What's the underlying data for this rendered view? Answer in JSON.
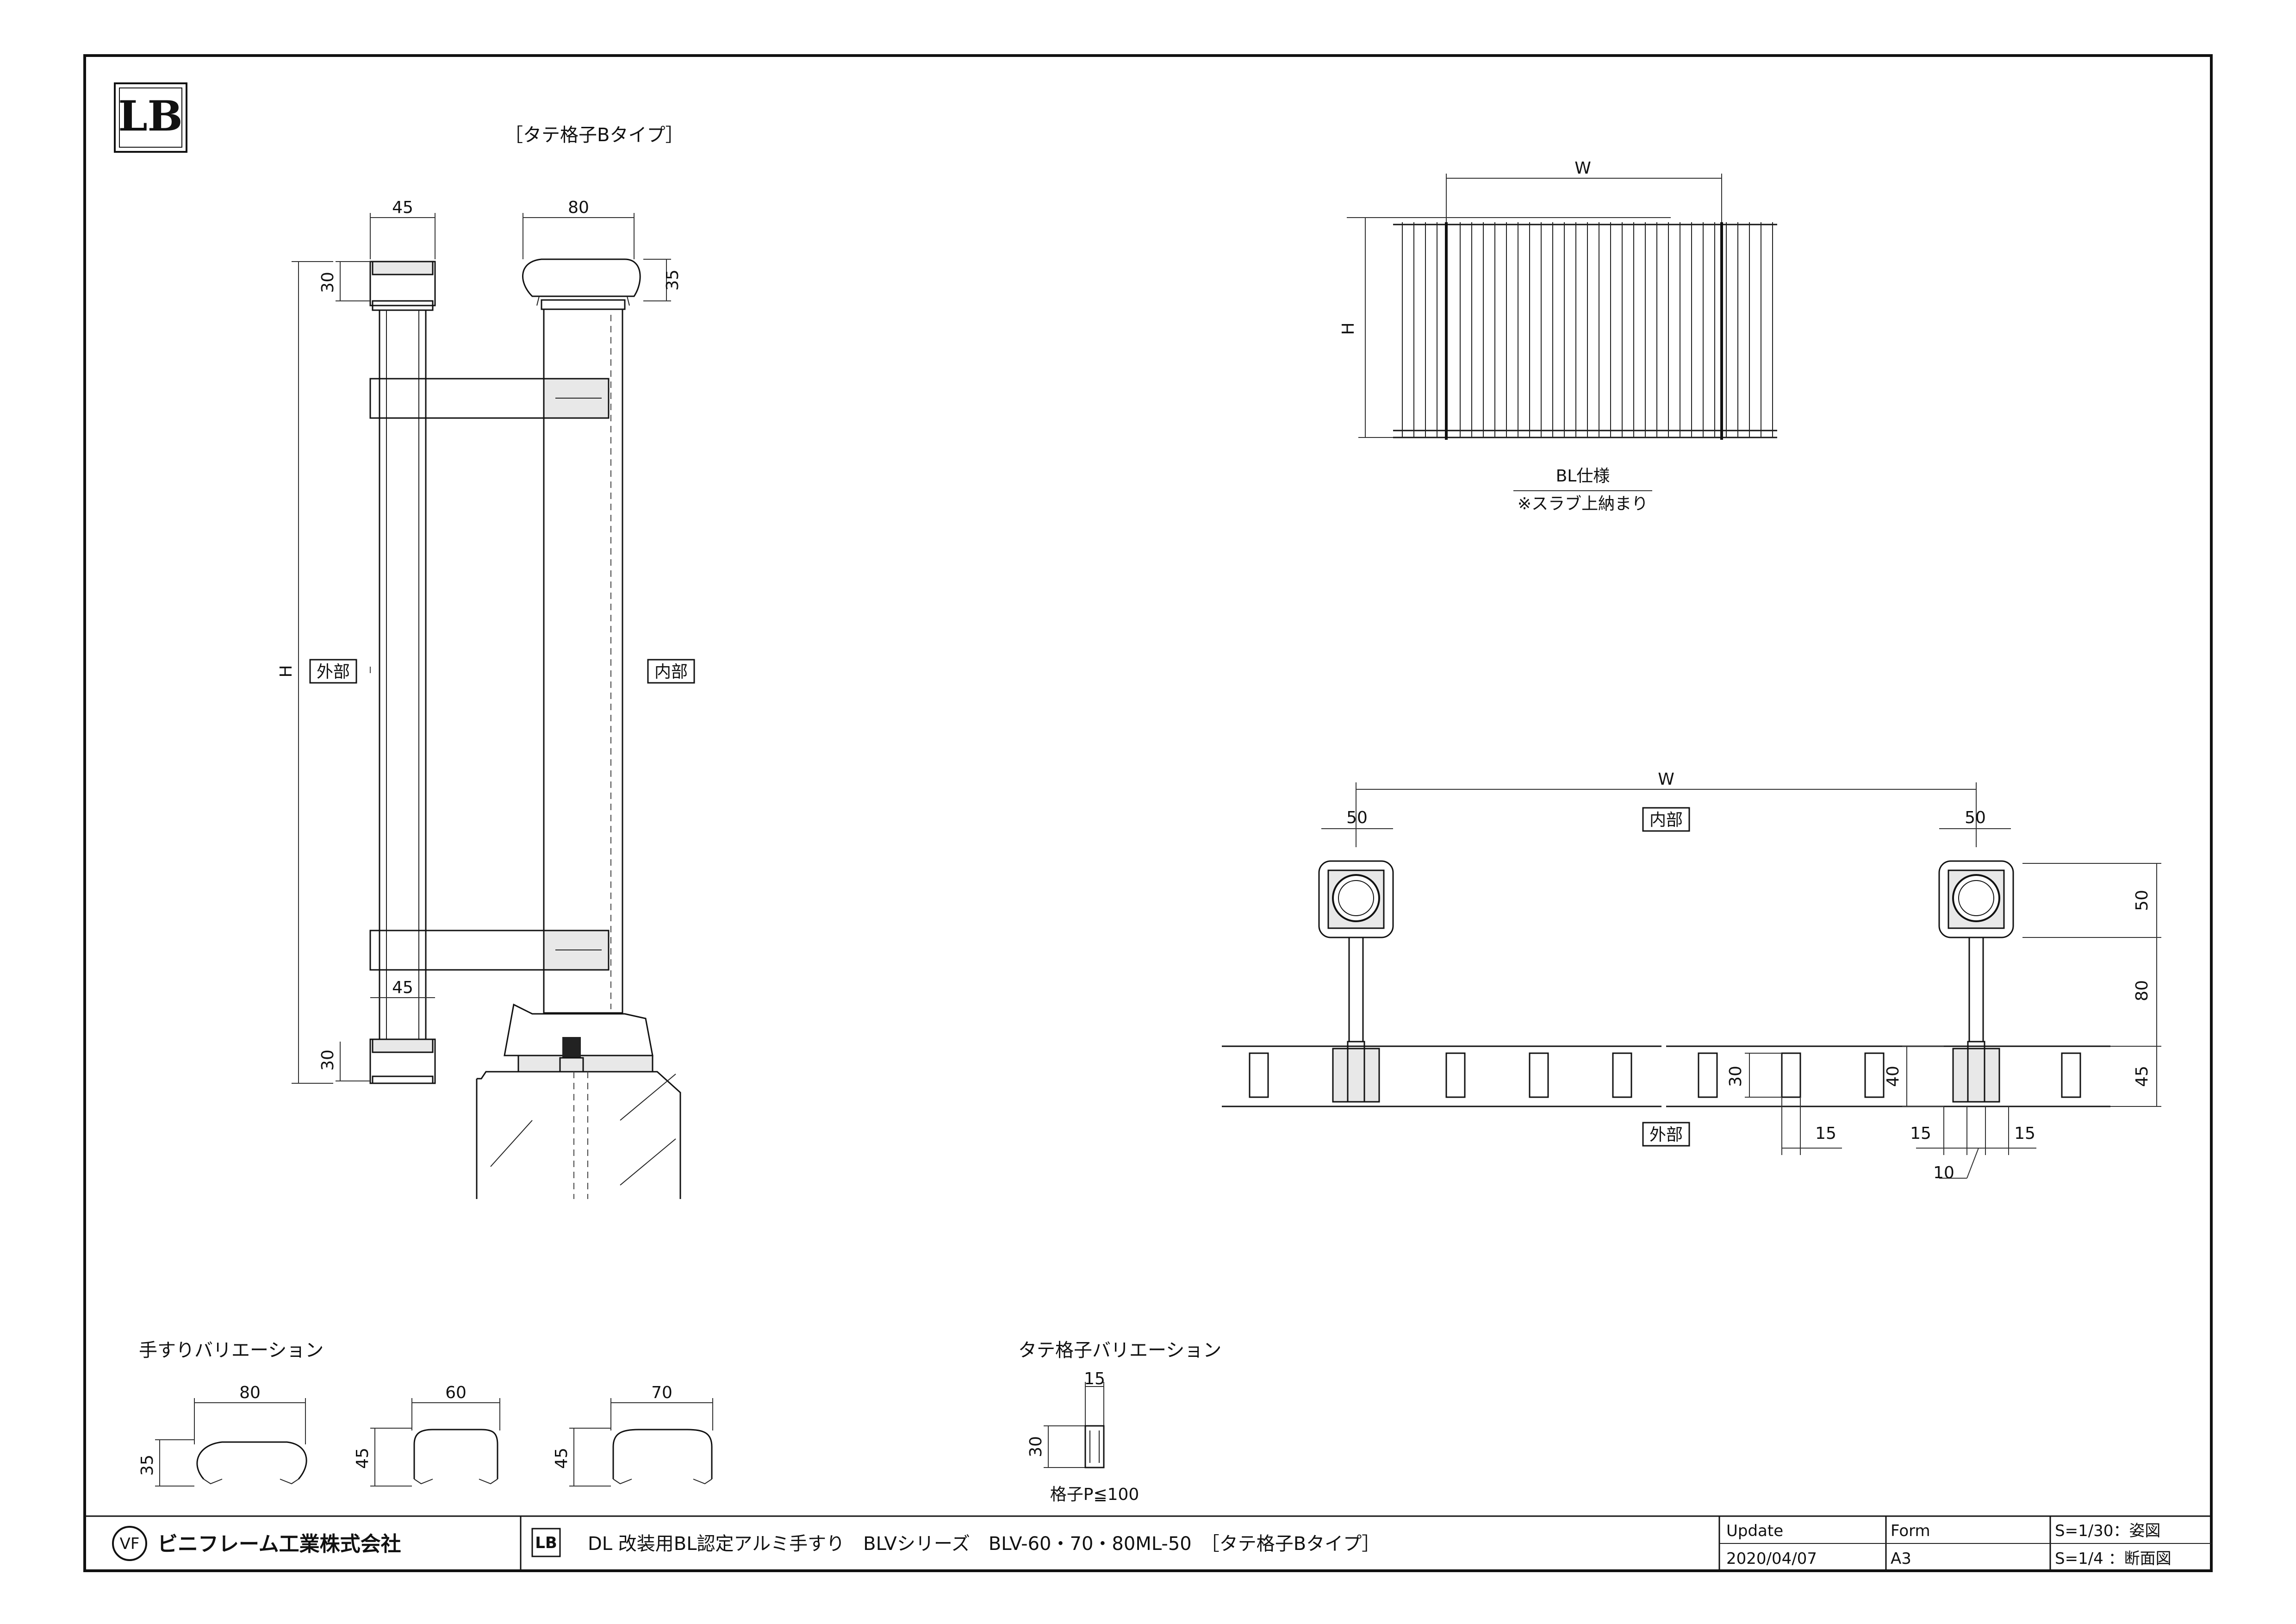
{
  "drawing": {
    "section_title": "［タテ格子Bタイプ］",
    "elevation": {
      "dims": {
        "post_w_top": "45",
        "rail_w": "80",
        "top_h": "30",
        "rail_h": "35",
        "h_label": "H",
        "post_w_bottom": "45",
        "bottom_h": "30"
      },
      "tags": {
        "outer": "外部",
        "inner": "内部"
      }
    },
    "plan": {
      "w_label": "W",
      "h_label": "H",
      "caption1": "BL仕様",
      "caption2": "※スラブ上納まり"
    },
    "section": {
      "w_label": "W",
      "inner": "内部",
      "outer": "外部",
      "post_left": "50",
      "post_right": "50",
      "right_dims": [
        "50",
        "80",
        "45"
      ],
      "bottom_dims": [
        "15",
        "15",
        "15"
      ],
      "bottom_leader": "10",
      "side_dims": [
        "30",
        "40"
      ]
    },
    "handrail_variations": {
      "title": "手すりバリエーション",
      "items": [
        {
          "width": "80",
          "height": "35"
        },
        {
          "width": "60",
          "height": "45"
        },
        {
          "width": "70",
          "height": "45"
        }
      ]
    },
    "baluster_variations": {
      "title": "タテ格子バリエーション",
      "width": "15",
      "height": "30",
      "pitch": "格子P≦100"
    }
  },
  "title_block": {
    "company": "ビニフレーム工業株式会社",
    "drawing_title": "DL 改装用BL認定アルミ手すり　BLVシリーズ　BLV-60・70・80ML-50　［タテ格子Bタイプ］",
    "update_label": "Update",
    "update_date": "2020/04/07",
    "form_label": "Form",
    "form_value": "A3",
    "scale1": "S=1/30：姿図",
    "scale2": "S=1/4 ：断面図"
  },
  "logos": {
    "main": "LB",
    "company_mark": "VF"
  }
}
